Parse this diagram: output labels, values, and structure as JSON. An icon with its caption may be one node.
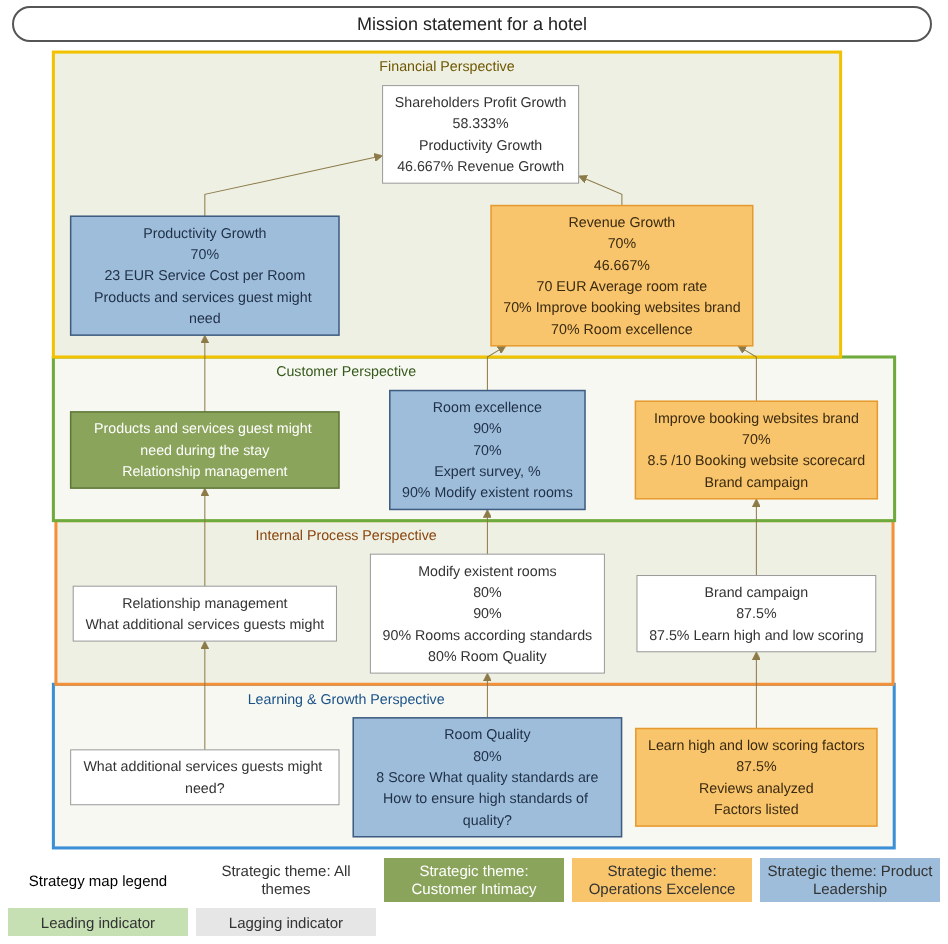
{
  "diagram": {
    "title": "Mission statement for a hotel",
    "nodes": [
      {
        "text": [
          "Financial Perspective"
        ]
      },
      {
        "text": [
          "Shareholders Profit Growth",
          "58.333%",
          "Productivity Growth",
          "46.667% Revenue Growth"
        ],
        "in": 0
      },
      {
        "text": [
          "Productivity Growth",
          "70%",
          "23 EUR Service Cost per Room",
          "Products and services guest might need"
        ],
        "in": 0
      },
      {
        "text": [
          "Revenue Growth",
          "70%",
          "46.667%",
          "70 EUR Average room rate",
          "70% Improve booking websites brand",
          "70% Room excellence"
        ],
        "in": 0
      },
      {
        "text": [
          "Customer Perspective"
        ]
      },
      {
        "text": [
          "Products and services guest might need during the stay",
          "Relationship management"
        ],
        "in": 4
      },
      {
        "text": [
          "Room excellence",
          "90%",
          "70%",
          "Expert survey, %",
          "90% Modify existent rooms"
        ],
        "in": 4
      },
      {
        "text": [
          "Improve booking websites brand",
          "70%",
          "8.5 /10 Booking website scorecard",
          "Brand campaign"
        ],
        "in": 4
      },
      {
        "text": [
          "Internal Process Perspective"
        ]
      },
      {
        "text": [
          "Relationship management",
          "What additional services guests might"
        ],
        "in": 8
      },
      {
        "text": [
          "Modify existent rooms",
          "80%",
          "90%",
          "90% Rooms according standards",
          "80% Room Quality"
        ],
        "in": 8
      },
      {
        "text": [
          "Brand campaign",
          "87.5%",
          "87.5% Learn high and low scoring"
        ],
        "in": 8
      },
      {
        "text": [
          "Learning & Growth Perspective"
        ]
      },
      {
        "text": [
          "What additional services guests might need?"
        ],
        "in": 12
      },
      {
        "text": [
          "Room Quality",
          "80%",
          "8 Score What quality standards are",
          "How to ensure high standards of quality?"
        ],
        "in": 12
      },
      {
        "text": [
          "Learn high and low scoring factors",
          "87.5%",
          "Reviews analyzed",
          "Factors listed"
        ],
        "in": 12
      }
    ],
    "edges": [
      {
        "from": 2,
        "to": 1,
        "arrow": "to"
      },
      {
        "from": 3,
        "to": 1,
        "arrow": "to"
      },
      {
        "from": 5,
        "to": 2,
        "arrow": "to"
      },
      {
        "from": 6,
        "to": 3,
        "arrow": "to"
      },
      {
        "from": 7,
        "to": 3,
        "arrow": "to"
      },
      {
        "from": 9,
        "to": 5,
        "arrow": "to"
      },
      {
        "from": 10,
        "to": 6,
        "arrow": "to"
      },
      {
        "from": 11,
        "to": 7,
        "arrow": "to"
      },
      {
        "from": 13,
        "to": 9,
        "arrow": "to"
      },
      {
        "from": 14,
        "to": 10,
        "arrow": "to"
      },
      {
        "from": 15,
        "to": 11,
        "arrow": "to"
      }
    ],
    "labels": [
      "Strategy map legend"
    ],
    "legend": [
      {
        "text": "Strategic theme: All themes",
        "color": "#ffffff"
      },
      {
        "text": "Strategic theme: Customer Intimacy",
        "color": "#8ba45c"
      },
      {
        "text": "Strategic theme: Operations Excelence",
        "color": "#f8c46c"
      },
      {
        "text": "Strategic theme: Product Leadership",
        "color": "#9dbddb"
      },
      {
        "text": "Leading indicator",
        "color": "#c6dfb3"
      },
      {
        "text": "Lagging indicator",
        "color": "#e6e6e6"
      }
    ]
  }
}
